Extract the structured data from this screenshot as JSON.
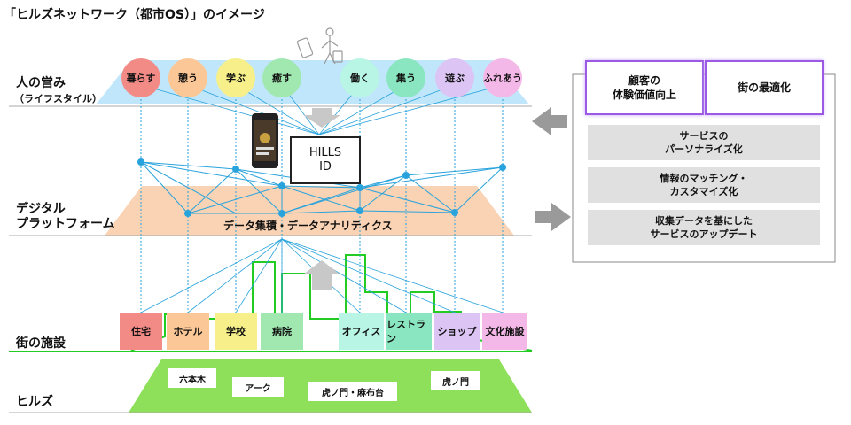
{
  "title": "「ヒルズネットワーク（都市OS）」のイメージ",
  "layers": {
    "human": {
      "label": "人の営み",
      "sub": "（ライフスタイル）"
    },
    "digital": {
      "line1": "デジタル",
      "line2": "プラットフォーム"
    },
    "facilities": {
      "label": "街の施設"
    },
    "hills": {
      "label": "ヒルズ"
    }
  },
  "activities": [
    "暮らす",
    "憩う",
    "学ぶ",
    "癒す",
    "働く",
    "集う",
    "遊ぶ",
    "ふれあう"
  ],
  "activity_colors": [
    "#f28a86",
    "#fbc796",
    "#f7f08a",
    "#a0e8b0",
    "#b8f5e4",
    "#8ae6c0",
    "#dcc4f5",
    "#f4b8e8"
  ],
  "hills_id": {
    "line1": "HILLS",
    "line2": "ID"
  },
  "analytics": "データ集積・データアナリティクス",
  "facilities": [
    "住宅",
    "ホテル",
    "学校",
    "病院",
    "オフィス",
    "レストラン",
    "ショップ",
    "文化施設"
  ],
  "facility_colors": [
    "#f28a86",
    "#fbc796",
    "#f7f08a",
    "#a0e8b0",
    "#b8f5e4",
    "#8ae6c0",
    "#dcc4f5",
    "#f4b8e8"
  ],
  "hills": [
    "六本木",
    "アーク",
    "虎ノ門・麻布台",
    "虎ノ門"
  ],
  "right_panel": {
    "goal1": {
      "line1": "顧客の",
      "line2": "体験価値向上"
    },
    "goal2": "街の最適化",
    "box1": {
      "line1": "サービスの",
      "line2": "パーソナライズ化"
    },
    "box2": {
      "line1": "情報のマッチング・",
      "line2": "カスタマイズ化"
    },
    "box3": {
      "line1": "収集データを基にした",
      "line2": "サービスのアップデート"
    }
  },
  "colors": {
    "accent_purple": "#9b59e6",
    "platform_peach": "#f9d3b4",
    "network_blue": "#29a3dc",
    "green": "#22cc22",
    "hills_green": "#8ee05a",
    "sky": "#bfe6fb"
  }
}
